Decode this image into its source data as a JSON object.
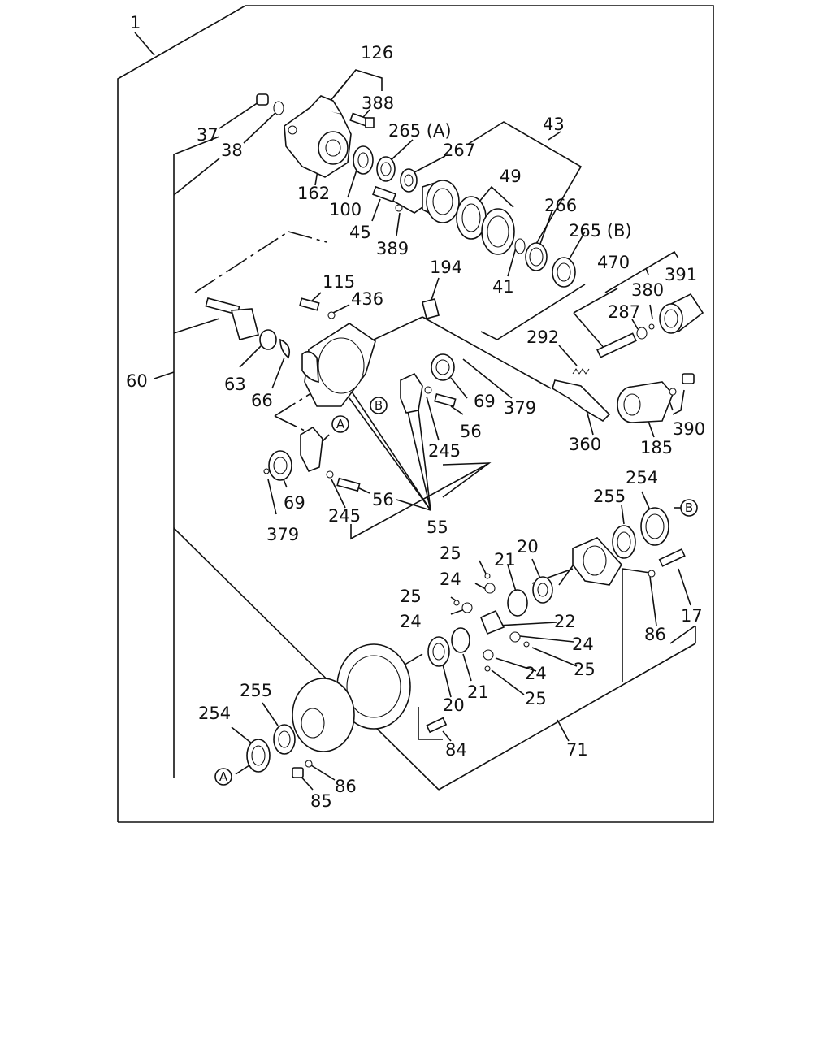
{
  "diagram": {
    "labels": {
      "l_1": "1",
      "l_126": "126",
      "l_388": "388",
      "l_37": "37",
      "l_38": "38",
      "l_265a": "265 (A)",
      "l_43": "43",
      "l_267": "267",
      "l_162": "162",
      "l_100": "100",
      "l_45": "45",
      "l_389": "389",
      "l_49": "49",
      "l_266": "266",
      "l_265b": "265 (B)",
      "l_41": "41",
      "l_470": "470",
      "l_391": "391",
      "l_380": "380",
      "l_287": "287",
      "l_194": "194",
      "l_115": "115",
      "l_436": "436",
      "l_292": "292",
      "l_63": "63",
      "l_66": "66",
      "l_60": "60",
      "l_69a": "69",
      "l_379a": "379",
      "l_56a": "56",
      "l_390": "390",
      "l_360": "360",
      "l_185": "185",
      "l_245a": "245",
      "l_69b": "69",
      "l_379b": "379",
      "l_245b": "245",
      "l_56b": "56",
      "l_55": "55",
      "l_254a": "254",
      "l_255a": "255",
      "l_20a": "20",
      "l_25a": "25",
      "l_21a": "21",
      "l_24a": "24",
      "l_25b": "25",
      "l_24b": "24",
      "l_22": "22",
      "l_24c": "24",
      "l_17": "17",
      "l_86a": "86",
      "l_25c": "25",
      "l_24d": "24",
      "l_21b": "21",
      "l_25d": "25",
      "l_20b": "20",
      "l_255b": "255",
      "l_254b": "254",
      "l_84": "84",
      "l_71": "71",
      "l_86b": "86",
      "l_85": "85"
    },
    "markers": {
      "a_upper": "A",
      "b_upper": "B",
      "b_right": "B",
      "a_lower": "A"
    }
  }
}
